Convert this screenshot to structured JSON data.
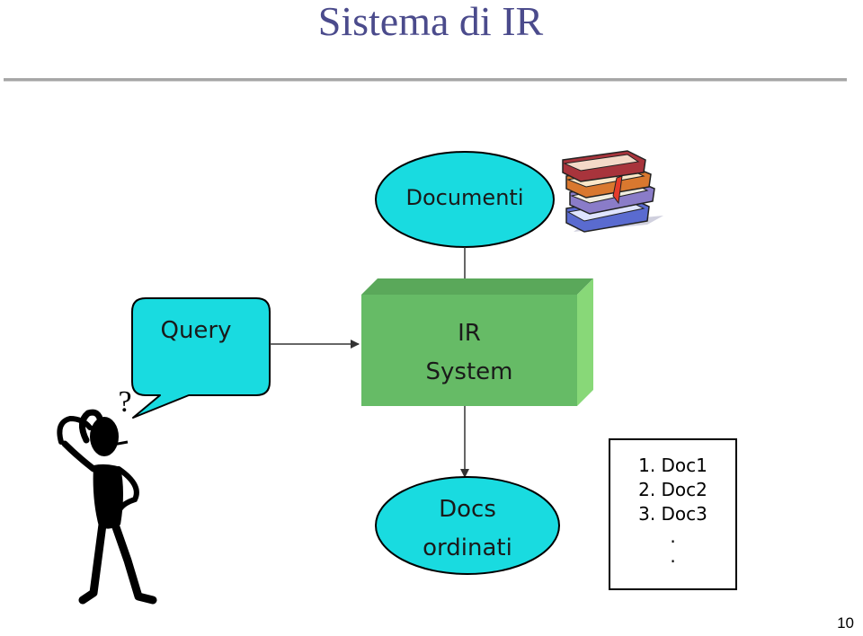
{
  "title": "Sistema di IR",
  "nodes": {
    "documents": "Documenti",
    "query": "Query",
    "ir_system_line1": "IR",
    "ir_system_line2": "System",
    "ranked_docs_line1": "Docs",
    "ranked_docs_line2": "ordinati"
  },
  "question_mark": "?",
  "result_list": {
    "items": [
      "1. Doc1",
      "2. Doc2",
      "3. Doc3"
    ],
    "continuation": [
      ".",
      "."
    ]
  },
  "page_number": "10",
  "colors": {
    "title": "#4b4b8c",
    "ellipse_fill": "#19dbe0",
    "ir_box_front": "#66bb66",
    "ir_box_top": "#5aa85a",
    "ir_box_side": "#88d878"
  },
  "icons": [
    "books-icon",
    "thinking-person-icon"
  ]
}
